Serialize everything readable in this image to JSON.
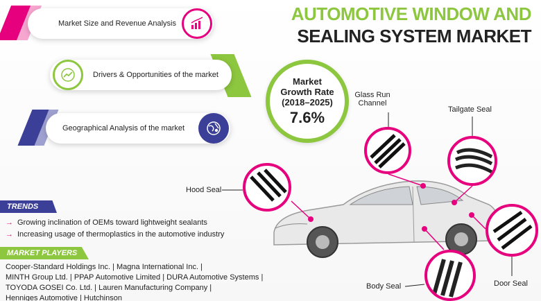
{
  "title": {
    "line1": "AUTOMOTIVE WINDOW AND",
    "line2": "SEALING SYSTEM MARKET"
  },
  "banners": [
    {
      "label": "Market Size and Revenue Analysis",
      "icon": "bar-chart-icon",
      "stripe_color": "#e6007e",
      "icon_color": "#e6007e"
    },
    {
      "label": "Drivers & Opportunities of the market",
      "icon": "trend-line-icon",
      "stripe_color": "#8dc63f",
      "icon_color": "#8dc63f"
    },
    {
      "label": "Geographical Analysis of the market",
      "icon": "globe-icon",
      "stripe_color": "#3c3f98",
      "icon_color": "#3c3f98"
    }
  ],
  "growth": {
    "line1": "Market",
    "line2": "Growth Rate",
    "line3": "(2018–2025)",
    "value": "7.6%"
  },
  "trends": {
    "header": "TRENDS",
    "items": [
      "Growing inclination of OEMs toward lightweight sealants",
      "Increasing usage of thermoplastics in the automotive industry"
    ]
  },
  "players": {
    "header": "MARKET PLAYERS",
    "lines": [
      "Cooper-Standard Holdings Inc. | Magna International Inc. |",
      "MINTH Group Ltd. | PPAP Automotive Limited | DURA Automotive Systems |",
      "TOYODA GOSEI Co. Ltd. | Lauren Manufacturing Company |",
      "Henniges Automotive | Hutchinson"
    ]
  },
  "seals": {
    "glass_run_1": "Glass Run",
    "glass_run_2": "Channel",
    "tailgate": "Tailgate Seal",
    "hood": "Hood Seal",
    "body": "Body Seal",
    "door": "Door Seal"
  },
  "colors": {
    "accent_green": "#8dc63f",
    "accent_magenta": "#e6007e",
    "accent_blue": "#3c3f98"
  }
}
